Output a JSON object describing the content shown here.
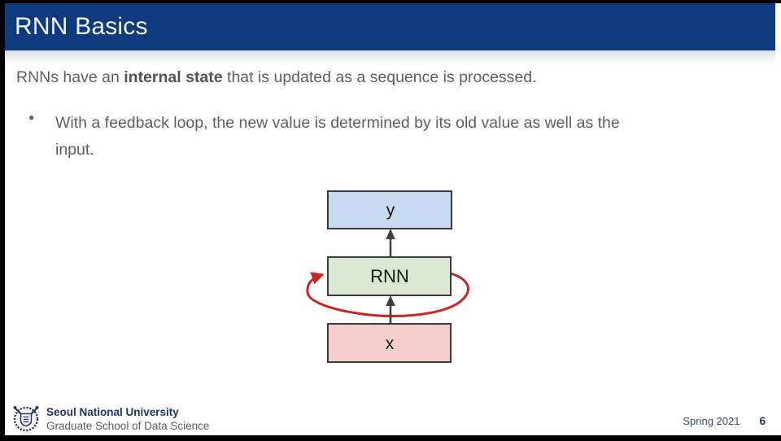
{
  "slide": {
    "header": {
      "title": "RNN Basics",
      "bg_color": "#0e3a7e"
    },
    "content": {
      "statement": {
        "prefix": "RNNs have an ",
        "bold": "internal state",
        "suffix": " that is updated as a sequence is processed."
      },
      "bullet": {
        "marker": "●",
        "line1": "With a feedback loop, the new value is determined by its old value as well as the",
        "line2": "input."
      }
    },
    "diagram": {
      "nodes": [
        {
          "label": "y",
          "fill": "#c9dbf3"
        },
        {
          "label": "RNN",
          "fill": "#d9e8d2"
        },
        {
          "label": "x",
          "fill": "#f4cdcc"
        }
      ],
      "border_color": "#3d3d3d",
      "arrow_color": "#3f3f3f",
      "loop_color": "#cb2420"
    },
    "footer": {
      "university": "Seoul National University",
      "school": "Graduate School of Data Science",
      "term": "Spring 2021",
      "page": "6"
    }
  }
}
